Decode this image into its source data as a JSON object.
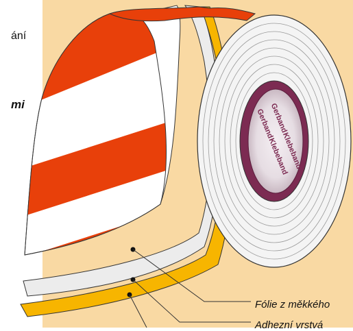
{
  "left_fragments": {
    "top": "ání",
    "bold": "mi"
  },
  "core_text": {
    "brand": "Gerband",
    "product": "Klebeband"
  },
  "callouts": [
    "Fólie z měkkého",
    "Adhezní vrstvá"
  ],
  "colors": {
    "background": "#f9d9a3",
    "stripe_red": "#e8400a",
    "stripe_white": "#ffffff",
    "film_gray": "#ececec",
    "adhesive_yellow": "#f7b500",
    "core_purple": "#7c2b52",
    "roll_edge": "#dcdcdc"
  }
}
